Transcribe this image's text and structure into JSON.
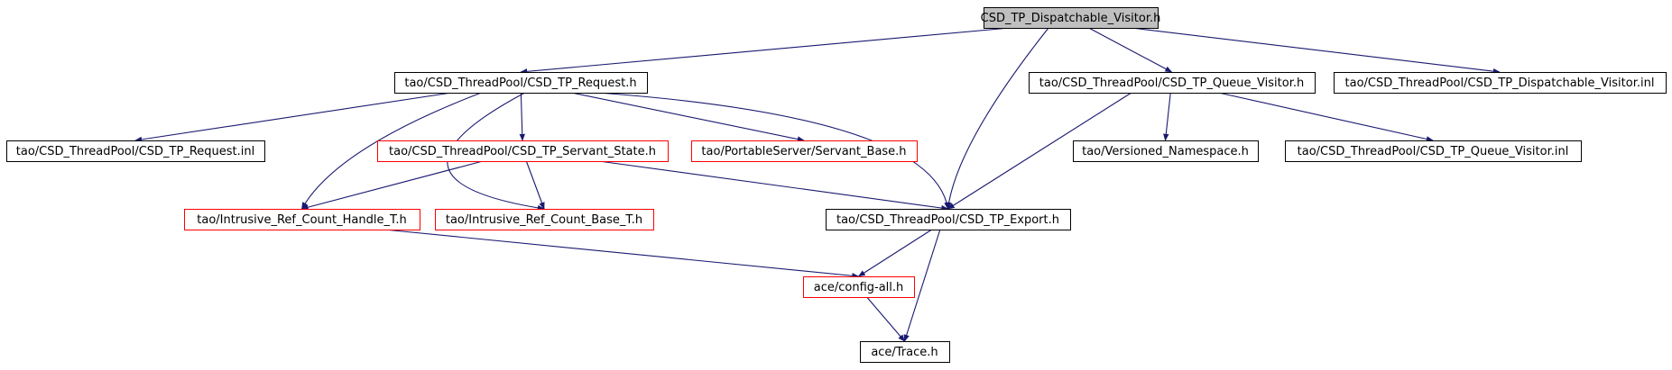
{
  "colors": {
    "edge": "#191970",
    "border_default": "#000000",
    "border_external": "#ff0000",
    "root_fill": "#bfbfbf",
    "node_fill": "#ffffff"
  },
  "nodes": [
    {
      "id": "n0",
      "label": "CSD_TP_Dispatchable_Visitor.h",
      "style": "root"
    },
    {
      "id": "n1",
      "label": "tao/CSD_ThreadPool/CSD_TP_Request.h",
      "style": "default"
    },
    {
      "id": "n2",
      "label": "tao/CSD_ThreadPool/CSD_TP_Queue_Visitor.h",
      "style": "default"
    },
    {
      "id": "n3",
      "label": "tao/CSD_ThreadPool/CSD_TP_Dispatchable_Visitor.inl",
      "style": "default"
    },
    {
      "id": "n4",
      "label": "tao/CSD_ThreadPool/CSD_TP_Request.inl",
      "style": "default"
    },
    {
      "id": "n5",
      "label": "tao/CSD_ThreadPool/CSD_TP_Servant_State.h",
      "style": "external"
    },
    {
      "id": "n6",
      "label": "tao/PortableServer/Servant_Base.h",
      "style": "external"
    },
    {
      "id": "n7",
      "label": "tao/Versioned_Namespace.h",
      "style": "default"
    },
    {
      "id": "n8",
      "label": "tao/CSD_ThreadPool/CSD_TP_Queue_Visitor.inl",
      "style": "default"
    },
    {
      "id": "n9",
      "label": "tao/Intrusive_Ref_Count_Handle_T.h",
      "style": "external"
    },
    {
      "id": "n10",
      "label": "tao/Intrusive_Ref_Count_Base_T.h",
      "style": "external"
    },
    {
      "id": "n11",
      "label": "tao/CSD_ThreadPool/CSD_TP_Export.h",
      "style": "default"
    },
    {
      "id": "n12",
      "label": "ace/config-all.h",
      "style": "external"
    },
    {
      "id": "n13",
      "label": "ace/Trace.h",
      "style": "default"
    }
  ],
  "edges": [
    {
      "from": "n0",
      "to": "n1"
    },
    {
      "from": "n0",
      "to": "n11"
    },
    {
      "from": "n0",
      "to": "n2"
    },
    {
      "from": "n0",
      "to": "n3"
    },
    {
      "from": "n1",
      "to": "n4"
    },
    {
      "from": "n1",
      "to": "n5"
    },
    {
      "from": "n1",
      "to": "n6"
    },
    {
      "from": "n1",
      "to": "n9"
    },
    {
      "from": "n1",
      "to": "n10"
    },
    {
      "from": "n1",
      "to": "n11"
    },
    {
      "from": "n2",
      "to": "n7"
    },
    {
      "from": "n2",
      "to": "n8"
    },
    {
      "from": "n2",
      "to": "n11"
    },
    {
      "from": "n5",
      "to": "n9"
    },
    {
      "from": "n5",
      "to": "n10"
    },
    {
      "from": "n5",
      "to": "n11"
    },
    {
      "from": "n9",
      "to": "n12"
    },
    {
      "from": "n11",
      "to": "n12"
    },
    {
      "from": "n11",
      "to": "n13"
    },
    {
      "from": "n12",
      "to": "n13"
    }
  ]
}
